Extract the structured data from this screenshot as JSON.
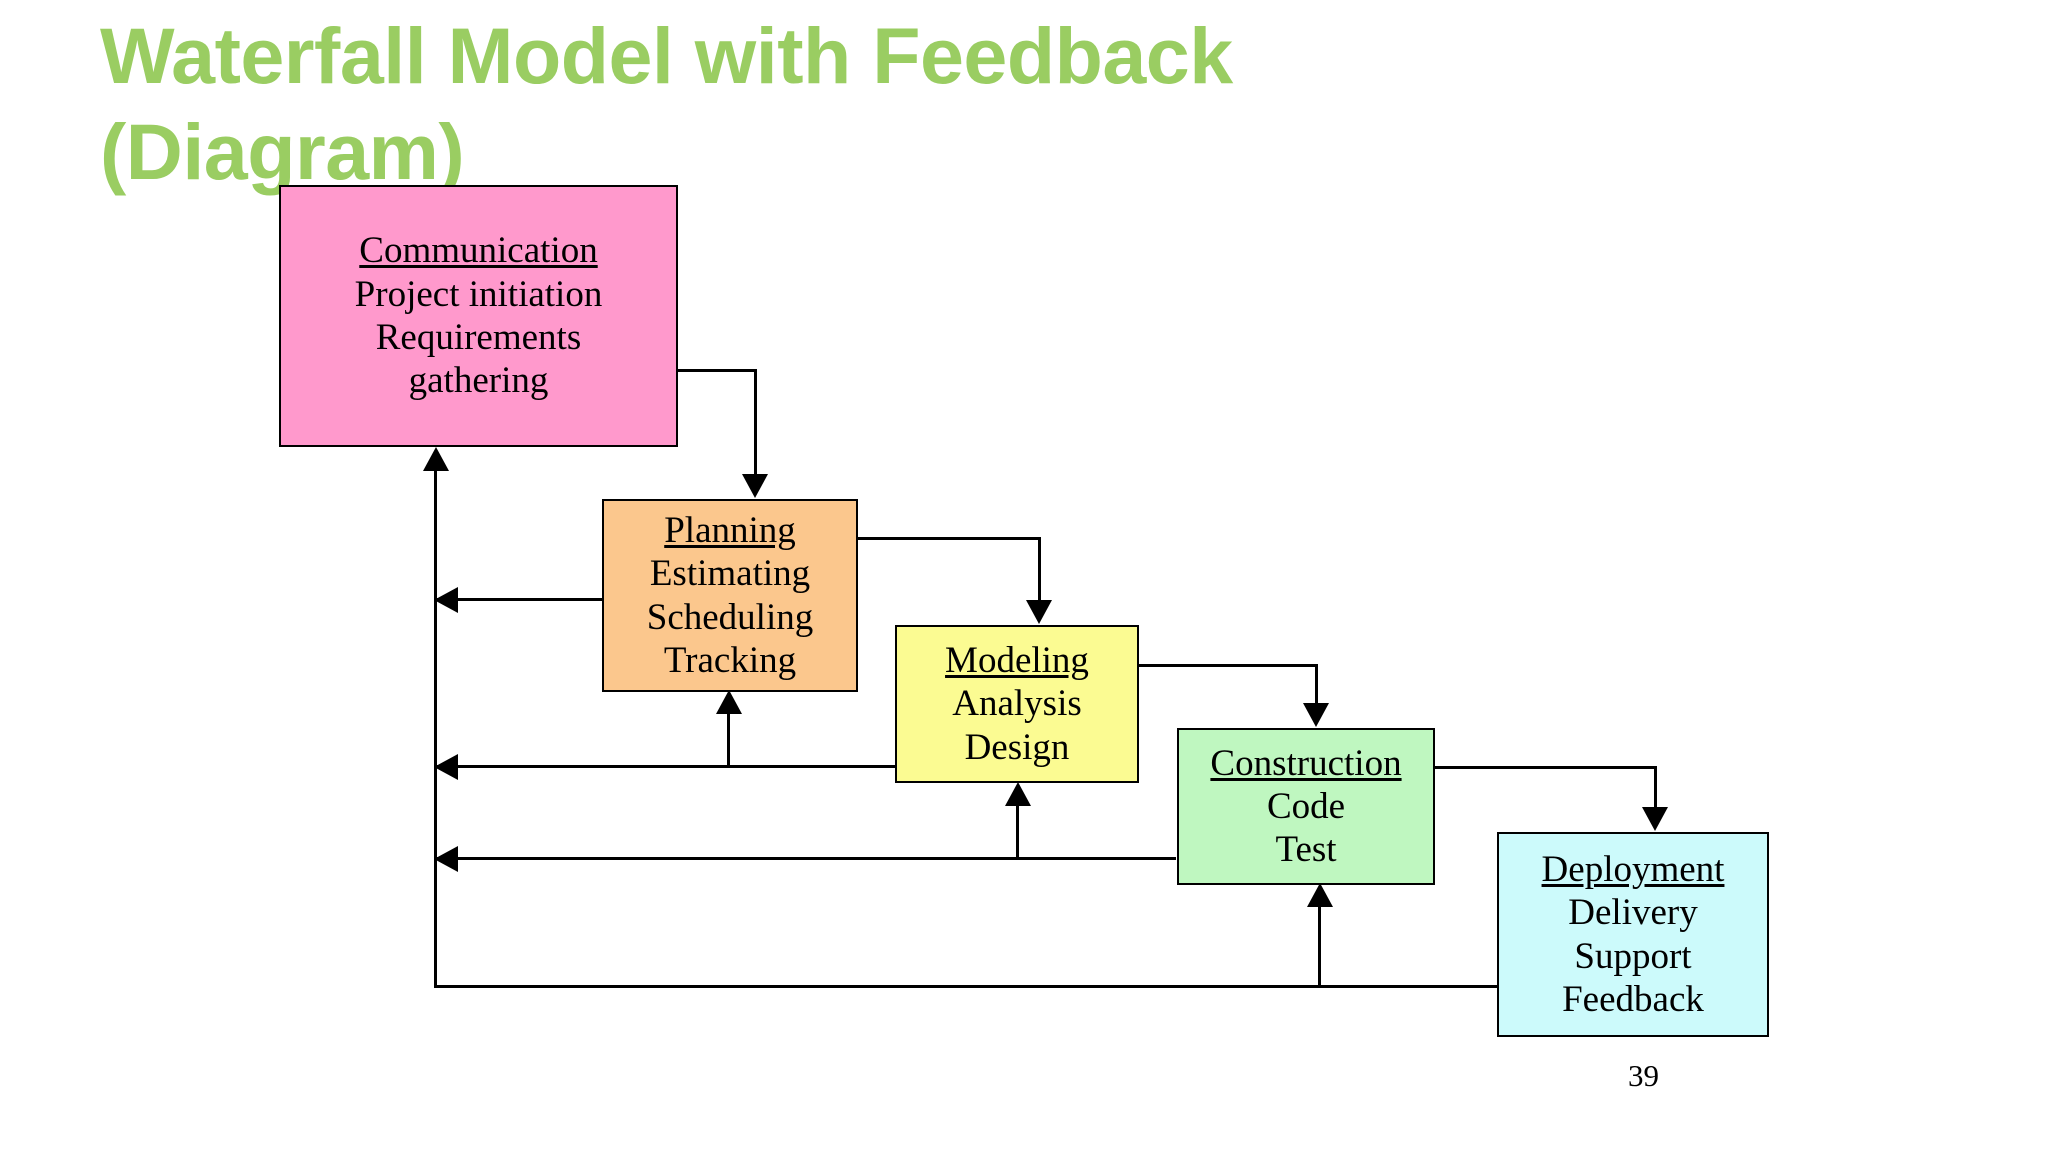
{
  "slide": {
    "title": "Waterfall Model with Feedback\n(Diagram)",
    "title_color": "#9ACD62",
    "page_number": "39",
    "background": "#FFFFFF"
  },
  "diagram": {
    "type": "flow-diagram",
    "name": "waterfall-model-with-feedback",
    "phases": [
      {
        "id": "communication",
        "heading": "Communication",
        "lines": [
          "Project initiation",
          "Requirements",
          "gathering"
        ],
        "fill": "#FF99CC",
        "border": "#000000"
      },
      {
        "id": "planning",
        "heading": "Planning",
        "lines": [
          "Estimating",
          "Scheduling",
          "Tracking"
        ],
        "fill": "#FBC78D",
        "border": "#000000"
      },
      {
        "id": "modeling",
        "heading": "Modeling",
        "lines": [
          "Analysis",
          "Design"
        ],
        "fill": "#FBFB92",
        "border": "#000000"
      },
      {
        "id": "construction",
        "heading": "Construction",
        "lines": [
          "Code",
          "Test"
        ],
        "fill": "#BFF7C0",
        "border": "#000000"
      },
      {
        "id": "deployment",
        "heading": "Deployment",
        "lines": [
          "Delivery",
          "Support",
          "Feedback"
        ],
        "fill": "#CCFAFB",
        "border": "#000000"
      }
    ],
    "forward_flows": [
      "communication-to-planning",
      "planning-to-modeling",
      "modeling-to-construction",
      "construction-to-deployment"
    ],
    "feedback_flows": [
      "planning-to-communication",
      "modeling-to-planning",
      "modeling-to-communication",
      "construction-to-modeling",
      "construction-to-communication",
      "deployment-to-construction",
      "deployment-to-communication"
    ]
  }
}
